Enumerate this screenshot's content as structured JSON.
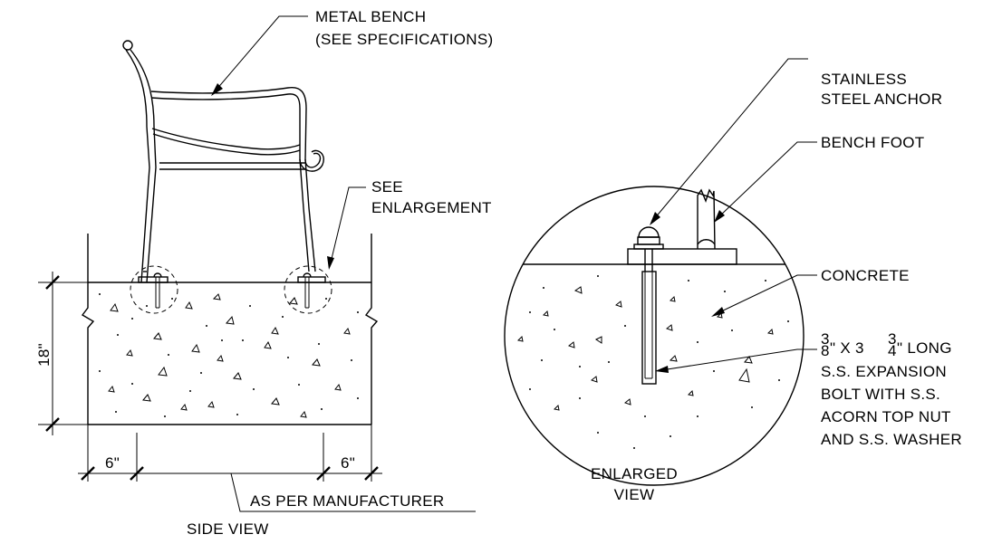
{
  "labels": {
    "metal_bench_1": "METAL BENCH",
    "metal_bench_2": "(SEE SPECIFICATIONS)",
    "see_enl_1": "SEE",
    "see_enl_2": "ENLARGEMENT",
    "dim_height": "18\"",
    "dim_left": "6\"",
    "dim_right": "6\"",
    "manufacturer": "AS PER MANUFACTURER",
    "side_view": "SIDE VIEW",
    "anchor_1": "STAINLESS",
    "anchor_2": "STEEL ANCHOR",
    "bench_foot": "BENCH FOOT",
    "concrete": "CONCRETE",
    "bolt_num_a": "3",
    "bolt_den_a": "8",
    "bolt_mid": "\" X 3",
    "bolt_num_b": "3",
    "bolt_den_b": "4",
    "bolt_end": "\" LONG",
    "bolt_2": "S.S. EXPANSION",
    "bolt_3": "BOLT WITH S.S.",
    "bolt_4": "ACORN TOP NUT",
    "bolt_5": "AND S.S. WASHER",
    "enlarged_1": "ENLARGED",
    "enlarged_2": "VIEW"
  }
}
